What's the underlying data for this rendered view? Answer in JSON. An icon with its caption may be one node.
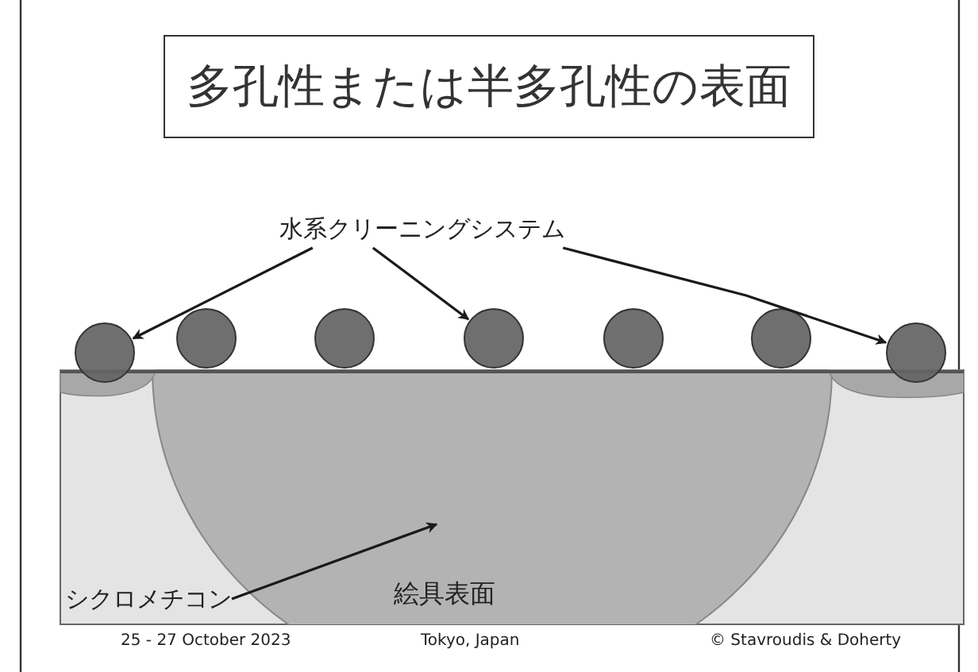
{
  "diagram": {
    "title": "多孔性または半多孔性の表面",
    "nodes": [
      {
        "text": [
          "水系クリーニングシステム"
        ]
      },
      {
        "text": [],
        "shape": "circle"
      },
      {
        "text": [],
        "shape": "circle"
      },
      {
        "text": [],
        "shape": "circle"
      },
      {
        "text": [],
        "shape": "circle"
      },
      {
        "text": [],
        "shape": "circle"
      },
      {
        "text": [],
        "shape": "circle"
      },
      {
        "text": [],
        "shape": "circle"
      },
      {
        "text": [
          "シクロメチコン"
        ]
      }
    ],
    "edges": [
      {
        "from": 0,
        "to": 1,
        "arrow": "to"
      },
      {
        "from": 0,
        "to": 4,
        "arrow": "to"
      },
      {
        "from": 0,
        "to": 7,
        "arrow": "to"
      },
      {
        "from": 8,
        "to": null,
        "arrow": "to"
      }
    ],
    "labels": [
      "絵具表面",
      "25 - 27 October 2023",
      "Tokyo, Japan",
      "© Stavroudis & Doherty"
    ]
  }
}
